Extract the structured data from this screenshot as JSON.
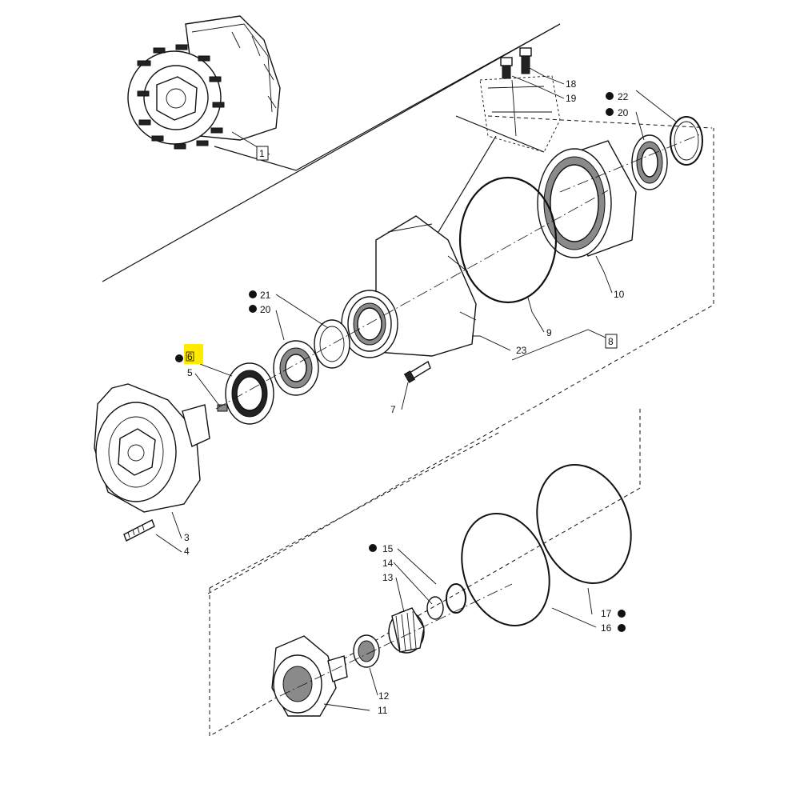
{
  "diagram": {
    "highlight_color": "#ffea00",
    "callouts": [
      {
        "id": "c1",
        "label": "1",
        "boxed": true,
        "dot": false
      },
      {
        "id": "c3",
        "label": "3",
        "boxed": false,
        "dot": false
      },
      {
        "id": "c4",
        "label": "4",
        "boxed": false,
        "dot": false
      },
      {
        "id": "c5",
        "label": "5",
        "boxed": false,
        "dot": false
      },
      {
        "id": "c6",
        "label": "6",
        "boxed": false,
        "dot": true,
        "highlighted": true
      },
      {
        "id": "c7",
        "label": "7",
        "boxed": false,
        "dot": false
      },
      {
        "id": "c8",
        "label": "8",
        "boxed": true,
        "dot": false
      },
      {
        "id": "c9",
        "label": "9",
        "boxed": false,
        "dot": false
      },
      {
        "id": "c10",
        "label": "10",
        "boxed": false,
        "dot": false
      },
      {
        "id": "c11",
        "label": "11",
        "boxed": false,
        "dot": false
      },
      {
        "id": "c12",
        "label": "12",
        "boxed": false,
        "dot": false
      },
      {
        "id": "c13",
        "label": "13",
        "boxed": false,
        "dot": false
      },
      {
        "id": "c14",
        "label": "14",
        "boxed": false,
        "dot": false
      },
      {
        "id": "c15",
        "label": "15",
        "boxed": false,
        "dot": true
      },
      {
        "id": "c16",
        "label": "16",
        "boxed": false,
        "dot": true
      },
      {
        "id": "c17",
        "label": "17",
        "boxed": false,
        "dot": true
      },
      {
        "id": "c18",
        "label": "18",
        "boxed": false,
        "dot": false
      },
      {
        "id": "c19",
        "label": "19",
        "boxed": false,
        "dot": false
      },
      {
        "id": "c20a",
        "label": "20",
        "boxed": false,
        "dot": true
      },
      {
        "id": "c20b",
        "label": "20",
        "boxed": false,
        "dot": true
      },
      {
        "id": "c21",
        "label": "21",
        "boxed": false,
        "dot": true
      },
      {
        "id": "c22",
        "label": "22",
        "boxed": false,
        "dot": true
      },
      {
        "id": "c23",
        "label": "23",
        "boxed": false,
        "dot": false
      }
    ]
  }
}
